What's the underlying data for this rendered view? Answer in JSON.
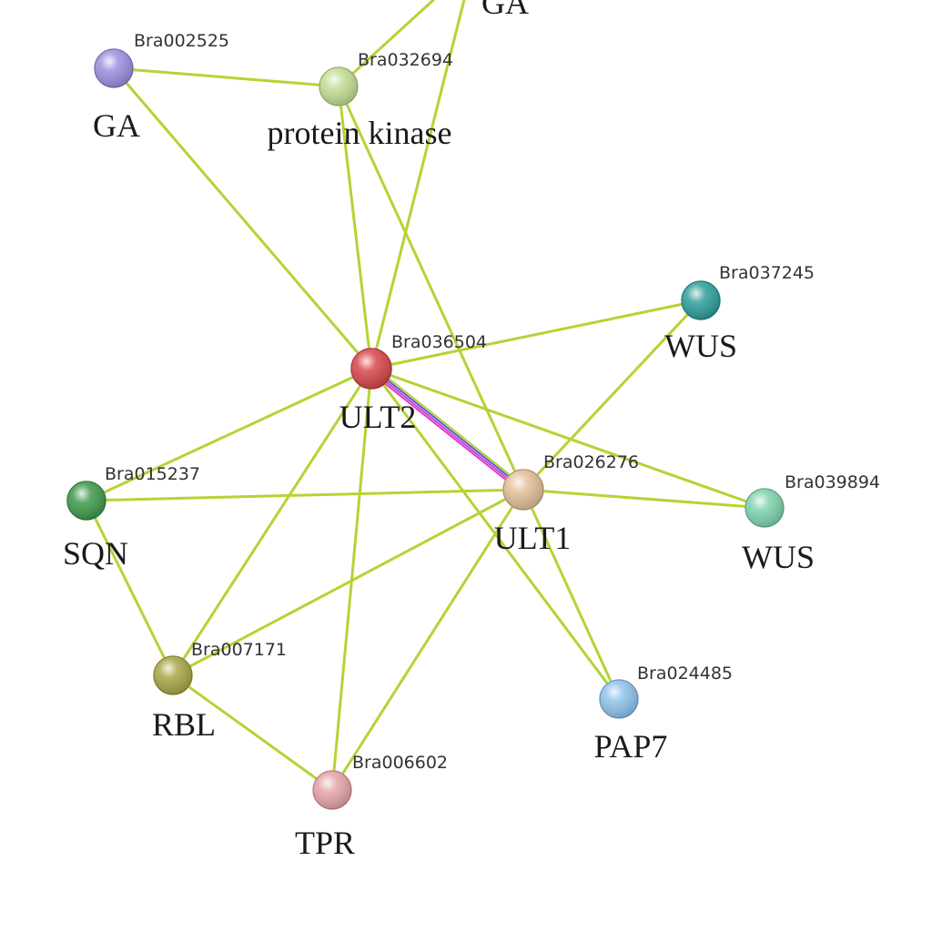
{
  "network": {
    "nodes": [
      {
        "key": "n_ga_top",
        "id": "",
        "gene": "GA"
      },
      {
        "key": "n_002525",
        "id": "Bra002525",
        "gene": "GA",
        "color": "#9d8fe0"
      },
      {
        "key": "n_032694",
        "id": "Bra032694",
        "gene": "protein kinase",
        "color": "#c3dd93"
      },
      {
        "key": "n_036504",
        "id": "Bra036504",
        "gene": "ULT2",
        "color": "#d8464c"
      },
      {
        "key": "n_037245",
        "id": "Bra037245",
        "gene": "WUS",
        "color": "#2f9e9a"
      },
      {
        "key": "n_026276",
        "id": "Bra026276",
        "gene": "ULT1",
        "color": "#e3bf9a"
      },
      {
        "key": "n_039894",
        "id": "Bra039894",
        "gene": "WUS",
        "color": "#7fd3ae"
      },
      {
        "key": "n_015237",
        "id": "Bra015237",
        "gene": "SQN",
        "color": "#3f9a4c"
      },
      {
        "key": "n_007171",
        "id": "Bra007171",
        "gene": "RBL",
        "color": "#a9a646"
      },
      {
        "key": "n_024485",
        "id": "Bra024485",
        "gene": "PAP7",
        "color": "#8fc3ea"
      },
      {
        "key": "n_006602",
        "id": "Bra006602",
        "gene": "TPR",
        "color": "#e5a4a7"
      }
    ],
    "edges": [
      {
        "from": "n_002525",
        "to": "n_032694",
        "type": "single"
      },
      {
        "from": "n_002525",
        "to": "n_036504",
        "type": "single"
      },
      {
        "from": "n_ga_top",
        "to": "n_032694",
        "type": "single"
      },
      {
        "from": "n_ga_top",
        "to": "n_036504",
        "type": "single"
      },
      {
        "from": "n_032694",
        "to": "n_036504",
        "type": "single"
      },
      {
        "from": "n_032694",
        "to": "n_026276",
        "type": "single"
      },
      {
        "from": "n_036504",
        "to": "n_037245",
        "type": "single"
      },
      {
        "from": "n_036504",
        "to": "n_026276",
        "type": "multi"
      },
      {
        "from": "n_036504",
        "to": "n_039894",
        "type": "single"
      },
      {
        "from": "n_036504",
        "to": "n_015237",
        "type": "single"
      },
      {
        "from": "n_036504",
        "to": "n_007171",
        "type": "single"
      },
      {
        "from": "n_036504",
        "to": "n_006602",
        "type": "single"
      },
      {
        "from": "n_036504",
        "to": "n_024485",
        "type": "single"
      },
      {
        "from": "n_026276",
        "to": "n_037245",
        "type": "single"
      },
      {
        "from": "n_026276",
        "to": "n_039894",
        "type": "single"
      },
      {
        "from": "n_026276",
        "to": "n_015237",
        "type": "single"
      },
      {
        "from": "n_026276",
        "to": "n_007171",
        "type": "single"
      },
      {
        "from": "n_026276",
        "to": "n_006602",
        "type": "single"
      },
      {
        "from": "n_026276",
        "to": "n_024485",
        "type": "single"
      },
      {
        "from": "n_015237",
        "to": "n_007171",
        "type": "single"
      },
      {
        "from": "n_007171",
        "to": "n_006602",
        "type": "single"
      }
    ]
  }
}
